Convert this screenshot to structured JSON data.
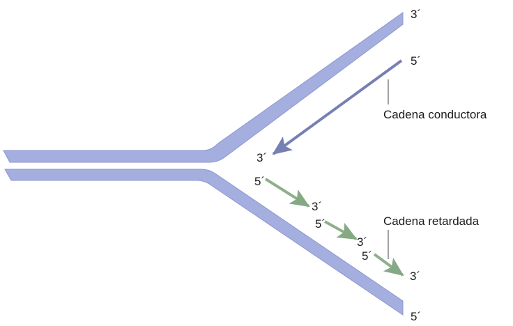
{
  "colors": {
    "strand": "#a4aedf",
    "strand_edge": "#7f8cc8",
    "leading_arrow": "#7680b3",
    "lagging_arrow": "#8fb08a",
    "lagging_head": "#86a985",
    "leader_line": "#444444",
    "text": "#1a1a1a"
  },
  "labels": {
    "top_strand_3prime": "3´",
    "top_strand_5prime": "5´",
    "leading_strand": "Cadena conductora",
    "leading_end_3prime": "3´",
    "lagging_start_5prime": "5´",
    "fragment1_end_3prime": "3´",
    "fragment2_start_5prime": "5´",
    "fragment2_end_3prime": "3´",
    "fragment3_start_5prime": "5´",
    "lagging_strand": "Cadena retardada",
    "lagging_end_3prime": "3´",
    "bottom_strand_5prime": "5´"
  }
}
